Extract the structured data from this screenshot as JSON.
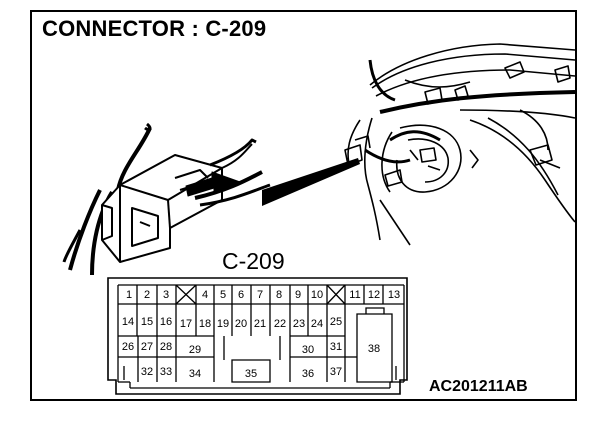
{
  "diagram": {
    "title": "CONNECTOR : C-209",
    "connector_label": "C-209",
    "figure_code": "AC201211AB"
  },
  "pins": [
    {
      "id": "p1",
      "label": "1"
    },
    {
      "id": "p2",
      "label": "2"
    },
    {
      "id": "p3",
      "label": "3"
    },
    {
      "id": "p4",
      "label": "4"
    },
    {
      "id": "p5",
      "label": "5"
    },
    {
      "id": "p6",
      "label": "6"
    },
    {
      "id": "p7",
      "label": "7"
    },
    {
      "id": "p8",
      "label": "8"
    },
    {
      "id": "p9",
      "label": "9"
    },
    {
      "id": "p10",
      "label": "10"
    },
    {
      "id": "p11",
      "label": "11"
    },
    {
      "id": "p12",
      "label": "12"
    },
    {
      "id": "p13",
      "label": "13"
    },
    {
      "id": "p14",
      "label": "14"
    },
    {
      "id": "p15",
      "label": "15"
    },
    {
      "id": "p16",
      "label": "16"
    },
    {
      "id": "p17",
      "label": "17"
    },
    {
      "id": "p18",
      "label": "18"
    },
    {
      "id": "p19",
      "label": "19"
    },
    {
      "id": "p20",
      "label": "20"
    },
    {
      "id": "p21",
      "label": "21"
    },
    {
      "id": "p22",
      "label": "22"
    },
    {
      "id": "p23",
      "label": "23"
    },
    {
      "id": "p24",
      "label": "24"
    },
    {
      "id": "p25",
      "label": "25"
    },
    {
      "id": "p26",
      "label": "26"
    },
    {
      "id": "p27",
      "label": "27"
    },
    {
      "id": "p28",
      "label": "28"
    },
    {
      "id": "p29",
      "label": "29"
    },
    {
      "id": "p30",
      "label": "30"
    },
    {
      "id": "p31",
      "label": "31"
    },
    {
      "id": "p32",
      "label": "32"
    },
    {
      "id": "p33",
      "label": "33"
    },
    {
      "id": "p34",
      "label": "34"
    },
    {
      "id": "p35",
      "label": "35"
    },
    {
      "id": "p36",
      "label": "36"
    },
    {
      "id": "p37",
      "label": "37"
    },
    {
      "id": "p38",
      "label": "38"
    }
  ]
}
